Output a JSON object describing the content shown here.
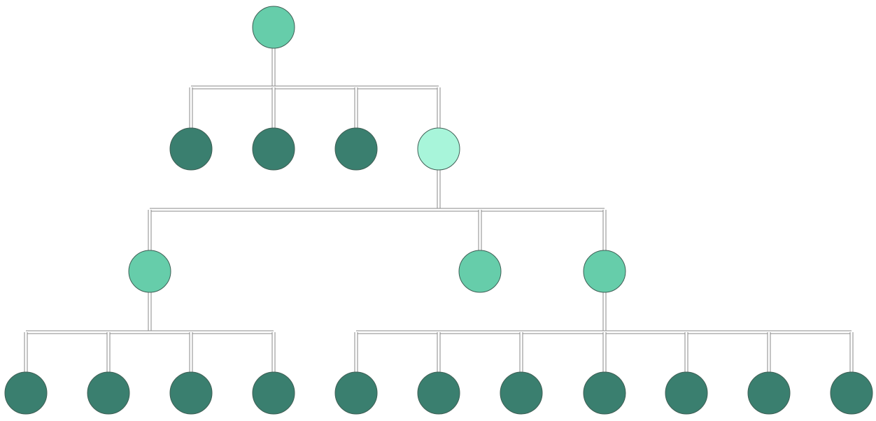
{
  "diagram": {
    "type": "tree",
    "colors": {
      "root": "#66cdaa",
      "highlight": "#a8f5da",
      "branch": "#66cdaa",
      "leaf": "#3a7f6f",
      "connector": "#8a8a8a"
    },
    "nodes": [
      {
        "id": "root",
        "parent": null,
        "kind": "root"
      },
      {
        "id": "a1",
        "parent": "root",
        "kind": "leaf"
      },
      {
        "id": "a2",
        "parent": "root",
        "kind": "leaf"
      },
      {
        "id": "a3",
        "parent": "root",
        "kind": "leaf"
      },
      {
        "id": "a4",
        "parent": "root",
        "kind": "highlight"
      },
      {
        "id": "b1",
        "parent": "a4",
        "kind": "branch"
      },
      {
        "id": "b2",
        "parent": "a4",
        "kind": "branch"
      },
      {
        "id": "b3",
        "parent": "a4",
        "kind": "branch"
      },
      {
        "id": "c1",
        "parent": "b1",
        "kind": "leaf"
      },
      {
        "id": "c2",
        "parent": "b1",
        "kind": "leaf"
      },
      {
        "id": "c3",
        "parent": "b1",
        "kind": "leaf"
      },
      {
        "id": "c4",
        "parent": "b1",
        "kind": "leaf"
      },
      {
        "id": "d1",
        "parent": "b3",
        "kind": "leaf"
      },
      {
        "id": "d2",
        "parent": "b3",
        "kind": "leaf"
      },
      {
        "id": "d3",
        "parent": "b3",
        "kind": "leaf"
      },
      {
        "id": "d4",
        "parent": "b3",
        "kind": "leaf"
      },
      {
        "id": "d5",
        "parent": "b3",
        "kind": "leaf"
      },
      {
        "id": "d6",
        "parent": "b3",
        "kind": "leaf"
      },
      {
        "id": "d7",
        "parent": "b3",
        "kind": "leaf"
      }
    ]
  }
}
